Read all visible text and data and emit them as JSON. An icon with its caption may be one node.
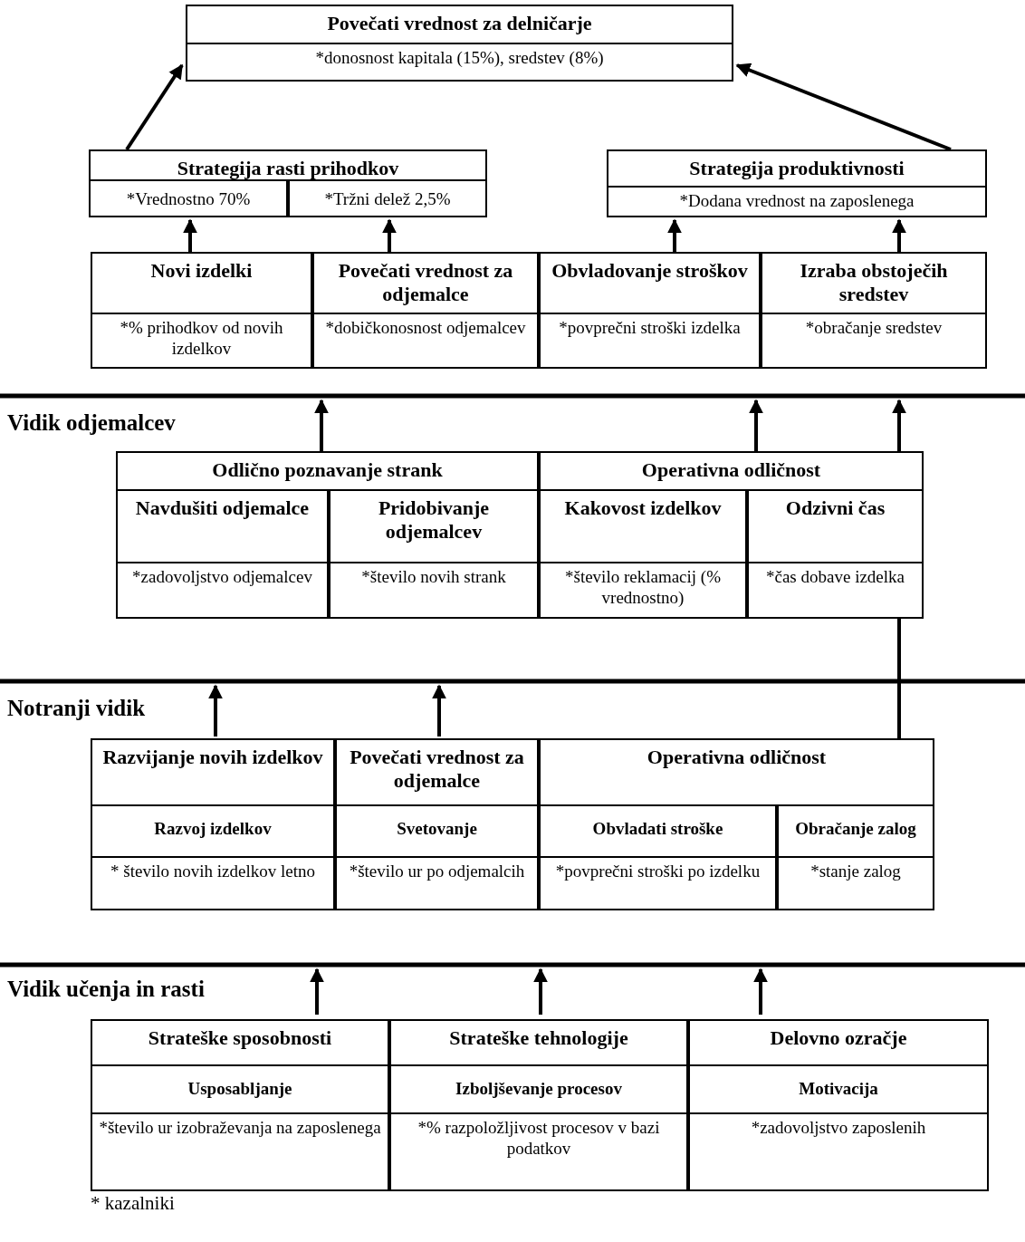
{
  "diagram": {
    "nodes": [
      {
        "text": [
          "Povečati vrednost za delničarje",
          "*donosnost kapitala (15%), sredstev (8%)"
        ]
      },
      {
        "text": [
          "Strategija rasti prihodkov"
        ]
      },
      {
        "text": [
          "*Vrednostno 70%"
        ],
        "in": 1
      },
      {
        "text": [
          "*Tržni delež 2,5%"
        ],
        "in": 1
      },
      {
        "text": [
          "Strategija produktivnosti",
          "*Dodana vrednost na zaposlenega"
        ]
      },
      {
        "text": [
          "Novi izdelki",
          "*% prihodkov od novih izdelkov"
        ]
      },
      {
        "text": [
          "Povečati vrednost za odjemalce",
          "*dobičkonosnost odjemalcev"
        ]
      },
      {
        "text": [
          "Obvladovanje stroškov",
          "*povprečni stroški izdelka"
        ]
      },
      {
        "text": [
          "Izraba obstoječih sredstev",
          "*obračanje sredstev"
        ]
      },
      {
        "text": [
          "Odlično poznavanje strank"
        ]
      },
      {
        "text": [
          "Navdušiti odjemalce",
          "*zadovoljstvo odjemalcev"
        ],
        "in": 9
      },
      {
        "text": [
          "Pridobivanje odjemalcev",
          "*število novih strank"
        ],
        "in": 9
      },
      {
        "text": [
          "Operativna odličnost"
        ]
      },
      {
        "text": [
          "Kakovost izdelkov",
          "*število reklamacij (% vrednostno)"
        ],
        "in": 12
      },
      {
        "text": [
          "Odzivni čas",
          "*čas dobave izdelka"
        ],
        "in": 12
      },
      {
        "text": [
          "Razvijanje novih izdelkov"
        ]
      },
      {
        "text": [
          "Razvoj izdelkov",
          "* število novih izdelkov letno"
        ],
        "in": 15
      },
      {
        "text": [
          "Povečati vrednost za odjemalce"
        ]
      },
      {
        "text": [
          "Svetovanje",
          "*število ur po odjemalcih"
        ],
        "in": 17
      },
      {
        "text": [
          "Operativna odličnost"
        ]
      },
      {
        "text": [
          "Obvladati stroške",
          "*povprečni stroški po izdelku"
        ],
        "in": 19
      },
      {
        "text": [
          "Obračanje zalog",
          "*stanje zalog"
        ],
        "in": 19
      },
      {
        "text": [
          "Strateške sposobnosti"
        ]
      },
      {
        "text": [
          "Usposabljanje",
          "*število ur izobraževanja na zaposlenega"
        ],
        "in": 22
      },
      {
        "text": [
          "Strateške tehnologije"
        ]
      },
      {
        "text": [
          "Izboljševanje procesov",
          "*% razpoložljivost procesov v bazi podatkov"
        ],
        "in": 24
      },
      {
        "text": [
          "Delovno ozračje"
        ]
      },
      {
        "text": [
          "Motivacija",
          "*zadovoljstvo zaposlenih"
        ],
        "in": 26
      }
    ],
    "edges": [
      {
        "from": 1,
        "to": 0,
        "arrow": "to"
      },
      {
        "from": 4,
        "to": 0,
        "arrow": "to"
      },
      {
        "from": 5,
        "to": 2,
        "arrow": "to"
      },
      {
        "from": 6,
        "to": 3,
        "arrow": "to"
      },
      {
        "from": 7,
        "to": 4,
        "arrow": "to"
      },
      {
        "from": 8,
        "to": 4,
        "arrow": "to"
      },
      {
        "from": 9,
        "to": 6,
        "arrow": "to"
      },
      {
        "from": 12,
        "to": 7,
        "arrow": "to"
      },
      {
        "from": 12,
        "to": 8,
        "arrow": "to"
      },
      {
        "from": 14,
        "to": 19,
        "arrow": "none"
      },
      {
        "from": 15,
        "to": null,
        "arrow": "to"
      },
      {
        "from": 17,
        "to": null,
        "arrow": "to"
      },
      {
        "from": 22,
        "to": null,
        "arrow": "to"
      },
      {
        "from": 24,
        "to": null,
        "arrow": "to"
      },
      {
        "from": 26,
        "to": null,
        "arrow": "to"
      }
    ],
    "labels": [
      "Vidik odjemalcev",
      "Notranji vidik",
      "Vidik učenja in rasti",
      "* kazalniki"
    ]
  }
}
